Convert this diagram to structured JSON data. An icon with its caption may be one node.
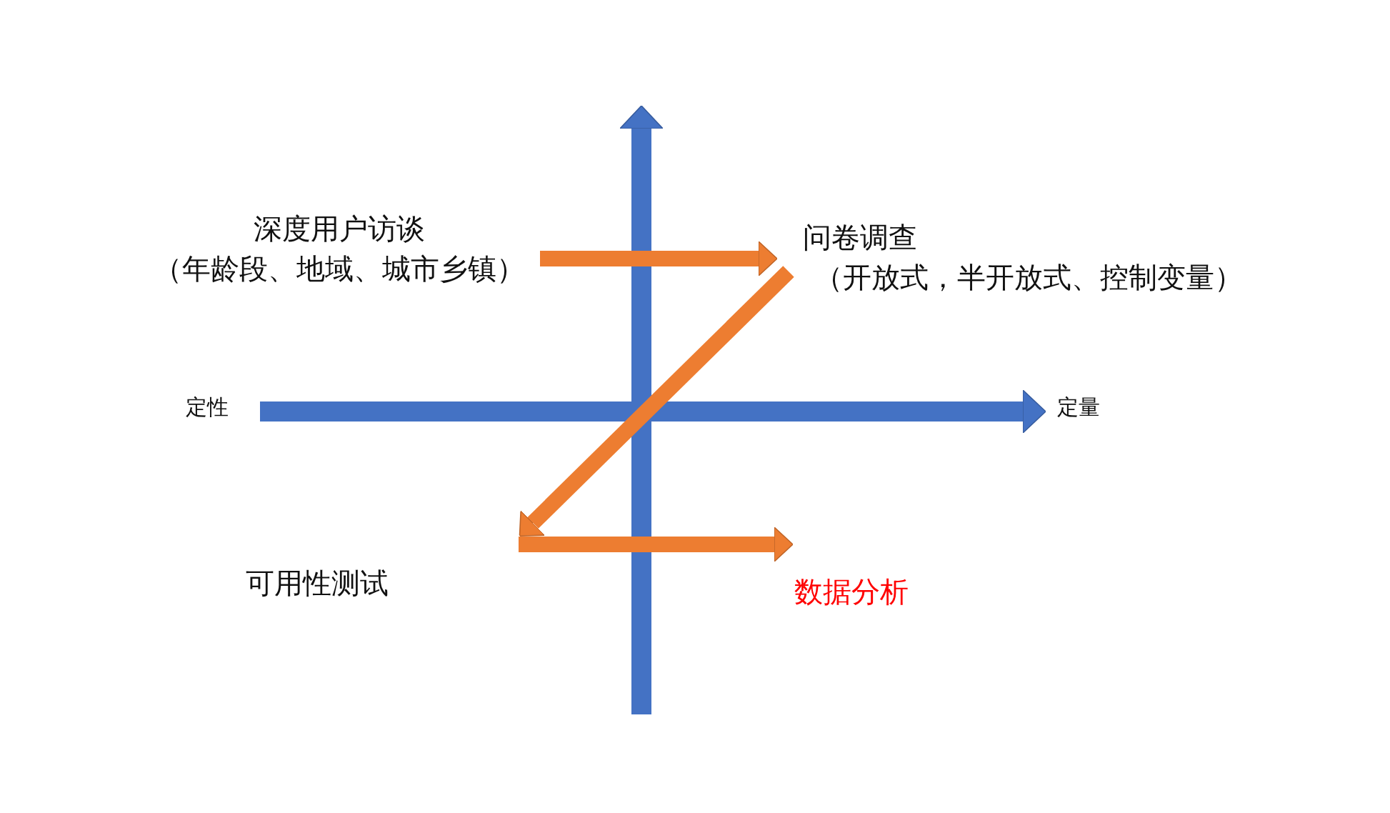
{
  "diagram": {
    "nodes": [
      {
        "text": [
          "深度用户访谈",
          "（年龄段、地域、城市乡镇）"
        ]
      },
      {
        "text": [
          "问卷调查",
          "（开放式，半开放式、控制变量）"
        ]
      },
      {
        "text": [
          "可用性测试"
        ]
      },
      {
        "text": [
          "数据分析"
        ]
      }
    ],
    "edges": [
      {
        "from": 0,
        "to": 1,
        "arrow": "to"
      },
      {
        "from": 1,
        "to": 2,
        "arrow": "to"
      },
      {
        "from": null,
        "to": 3,
        "arrow": "to"
      }
    ],
    "labels": [
      "定性",
      "定量"
    ]
  }
}
